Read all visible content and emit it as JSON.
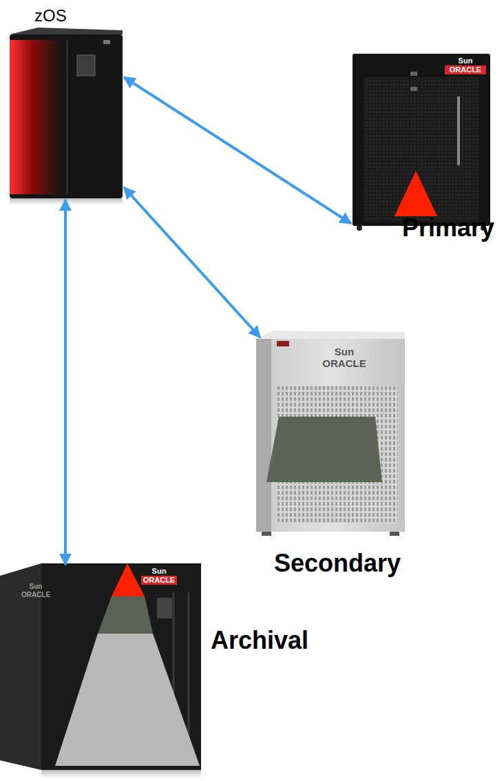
{
  "diagram": {
    "nodes": [
      {
        "text": [
          "zOS"
        ]
      },
      {
        "text": [
          "Primary"
        ]
      },
      {
        "text": [
          "Secondary"
        ]
      },
      {
        "text": [
          "Archival"
        ]
      }
    ],
    "edges": [
      {
        "from": 0,
        "to": 1,
        "arrow": "both"
      },
      {
        "from": 0,
        "to": 2,
        "arrow": "both"
      },
      {
        "from": 0,
        "to": 3,
        "arrow": "both"
      }
    ],
    "labels": [
      "Sun ORACLE",
      "Sun ORACLE",
      "Sun ORACLE",
      "Sun ORACLE"
    ]
  }
}
